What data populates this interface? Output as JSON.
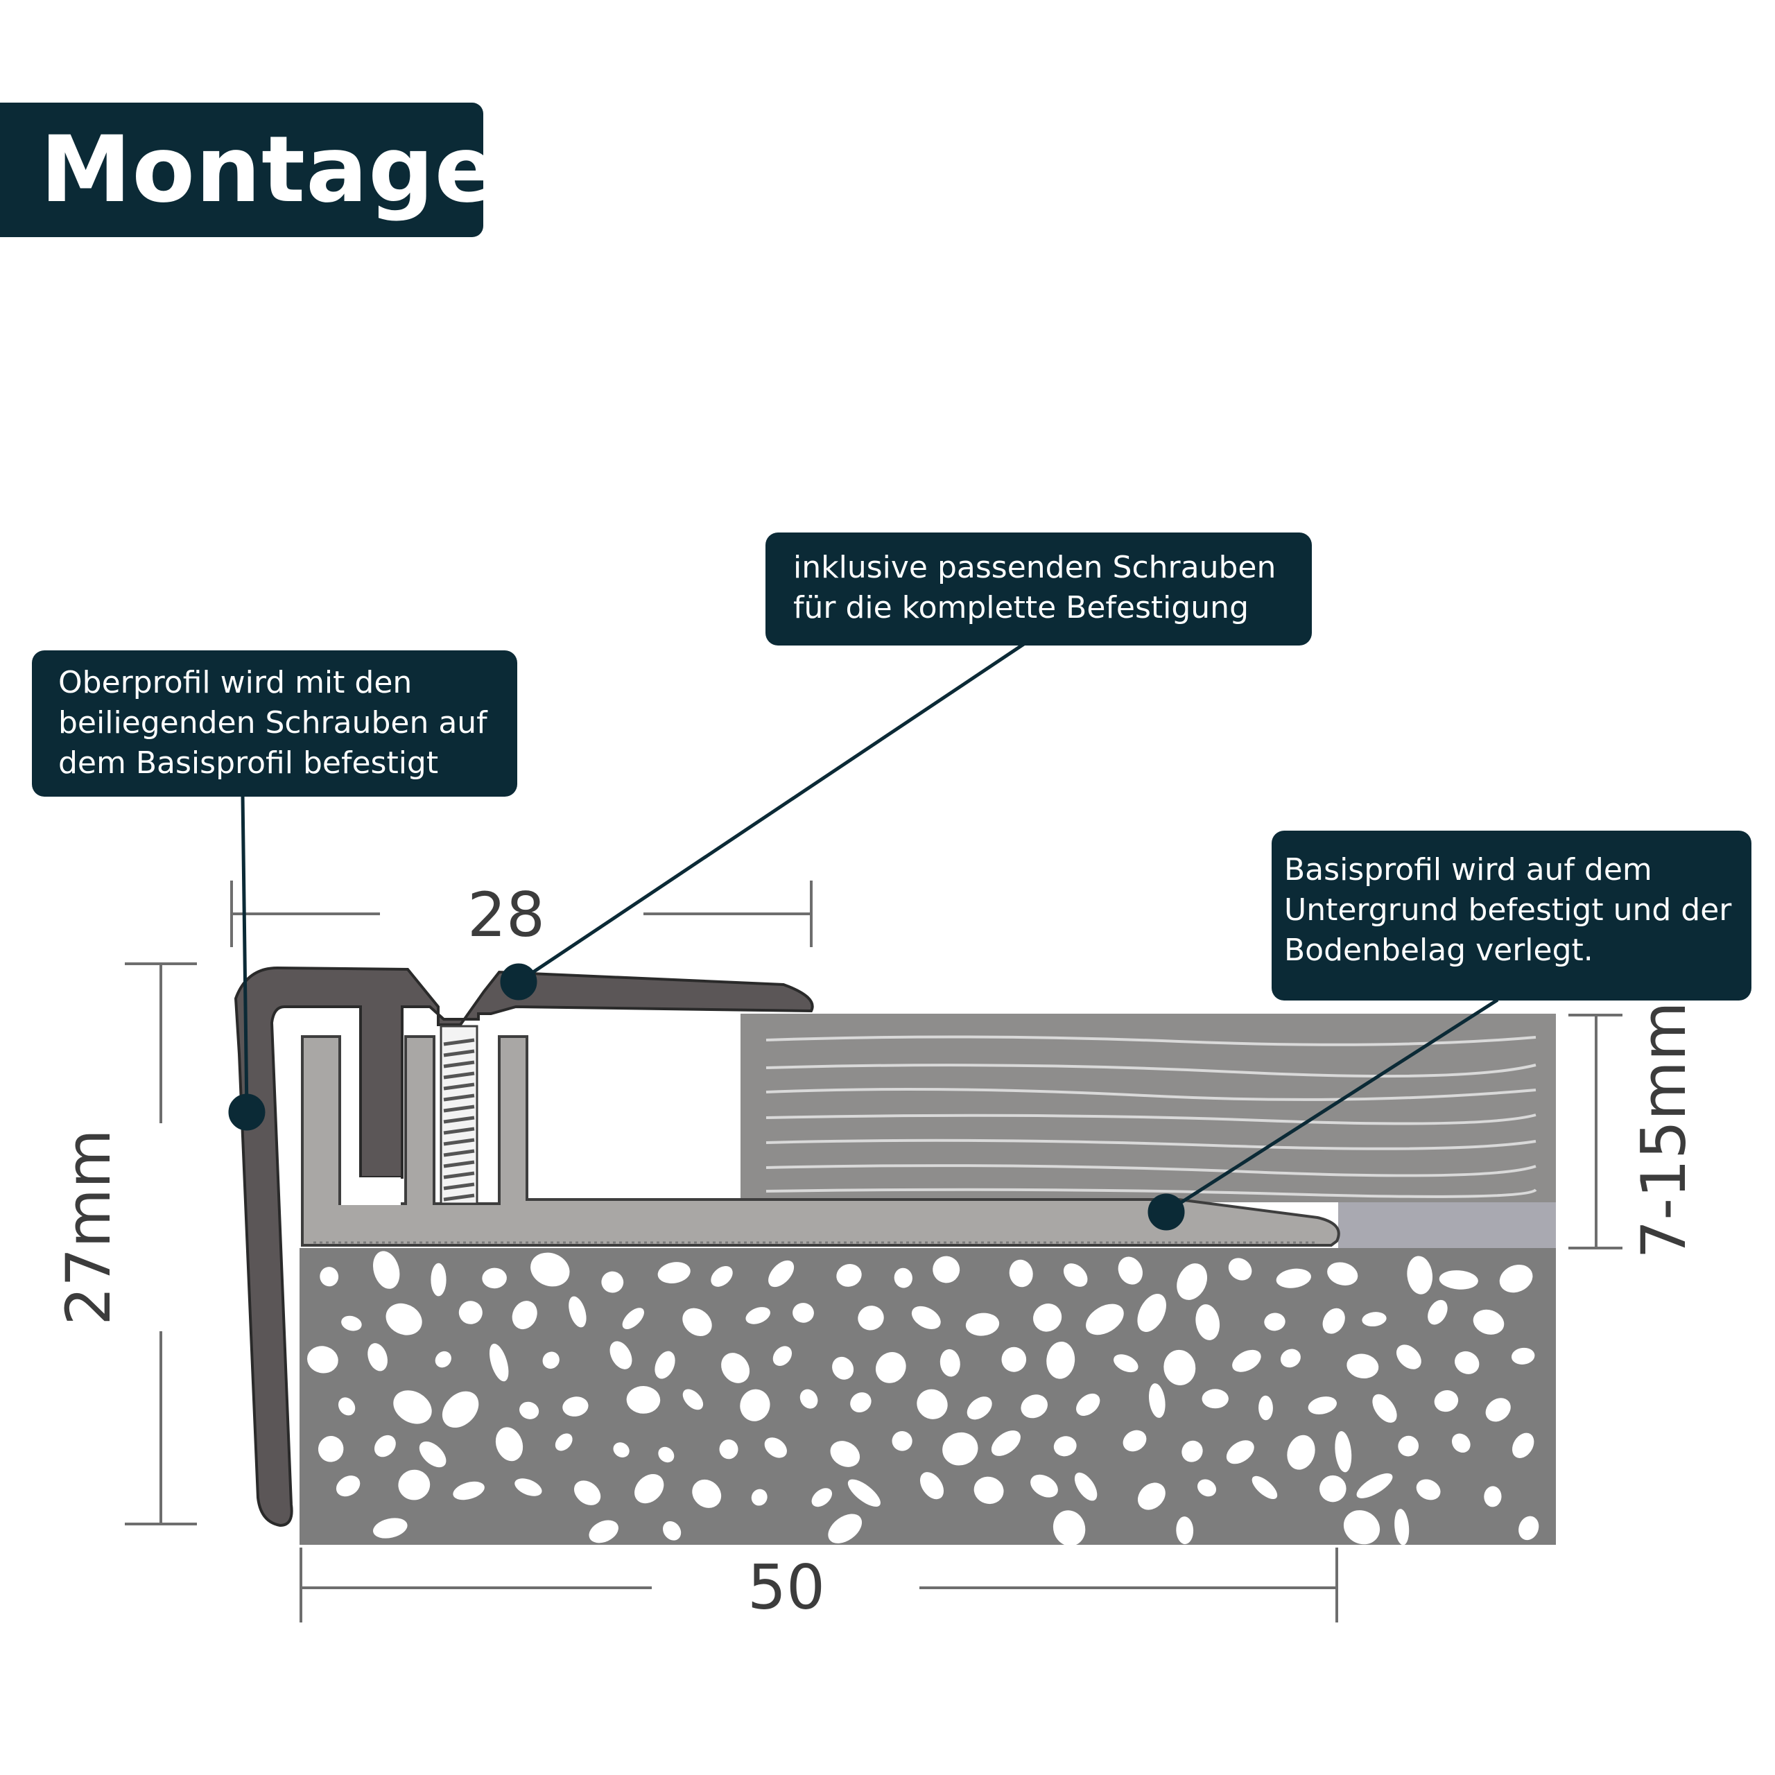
{
  "title": "Montage:",
  "callouts": {
    "top": {
      "lines": [
        "inklusive passenden Schrauben",
        "für die komplette Befestigung"
      ]
    },
    "left": {
      "lines": [
        "Oberprofil wird mit den",
        "beiliegenden Schrauben auf",
        "dem Basisprofil befestigt"
      ]
    },
    "right": {
      "lines": [
        "Basisprofil wird auf dem",
        "Untergrund befestigt und der",
        "Bodenbelag verlegt."
      ]
    }
  },
  "dimensions": {
    "top_width": "28",
    "bottom_width": "50",
    "height": "27mm",
    "floor_thickness": "7-15mm"
  },
  "colors": {
    "callout_bg": "#0b2a36",
    "profile_dark": "#5b5657",
    "profile_light": "#a9a7a5",
    "wood": "#8e8d8c",
    "concrete": "#7d7d7d",
    "dimension_lines": "#6e6e6e"
  }
}
